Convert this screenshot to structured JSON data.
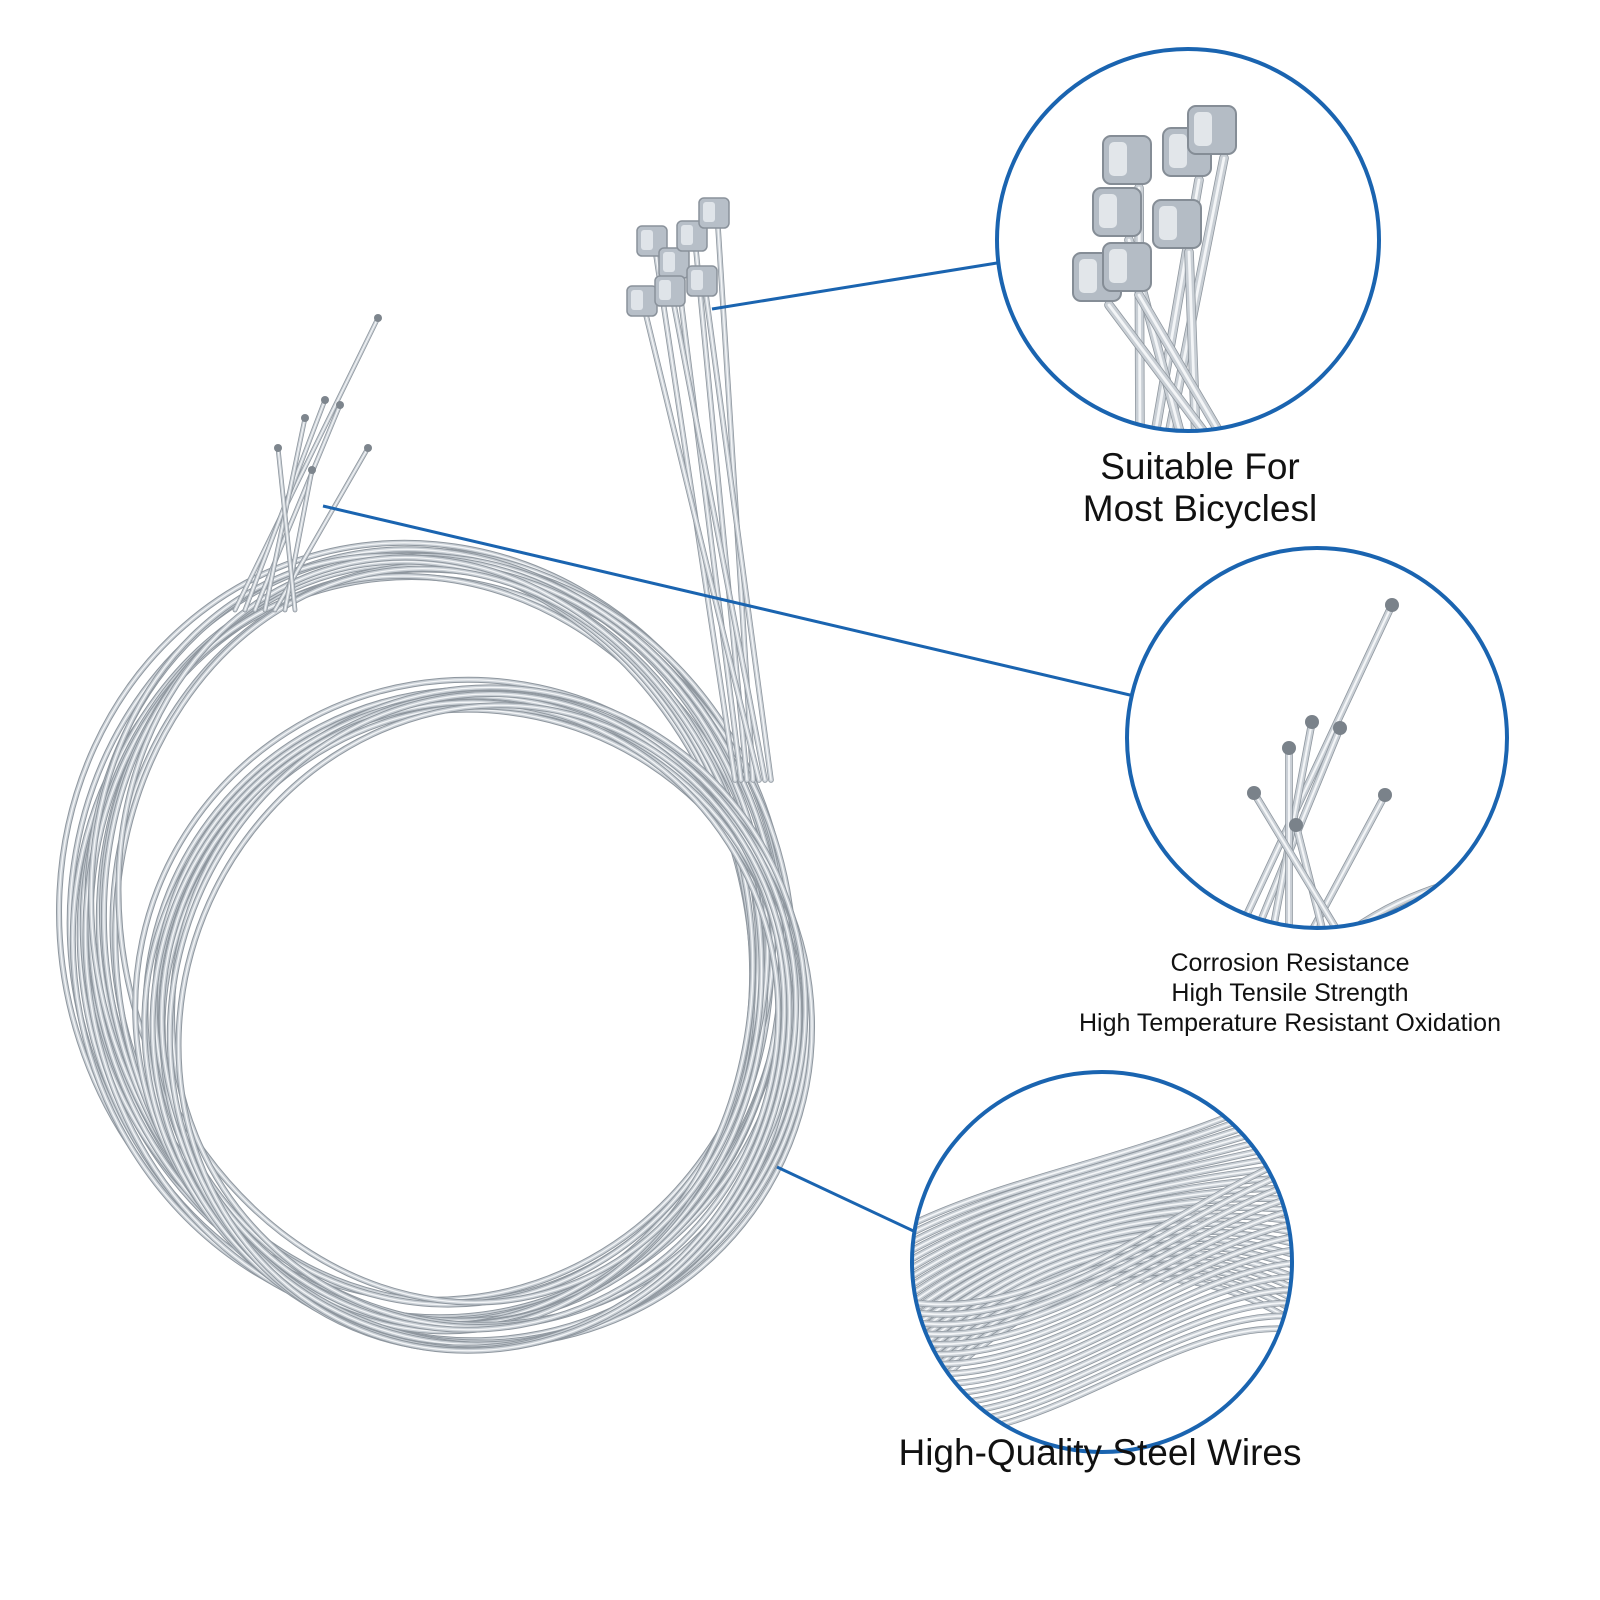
{
  "colors": {
    "accent": "#1a64b0",
    "wire": "#c9cfd5",
    "wire_shadow": "#8f979f",
    "wire_highlight": "#f3f5f7",
    "background": "#ffffff"
  },
  "callouts": [
    {
      "id": "cable-heads",
      "icon": "cable-end-heads-closeup",
      "lines": [
        "Suitable For",
        "Most Bicyclesl"
      ]
    },
    {
      "id": "wire-tips",
      "icon": "wire-tips-closeup",
      "lines": [
        "Corrosion Resistance",
        "High Tensile Strength",
        "High Temperature Resistant Oxidation"
      ]
    },
    {
      "id": "coil-strands",
      "icon": "coiled-strands-closeup",
      "lines": [
        "High-Quality Steel Wires"
      ]
    }
  ]
}
